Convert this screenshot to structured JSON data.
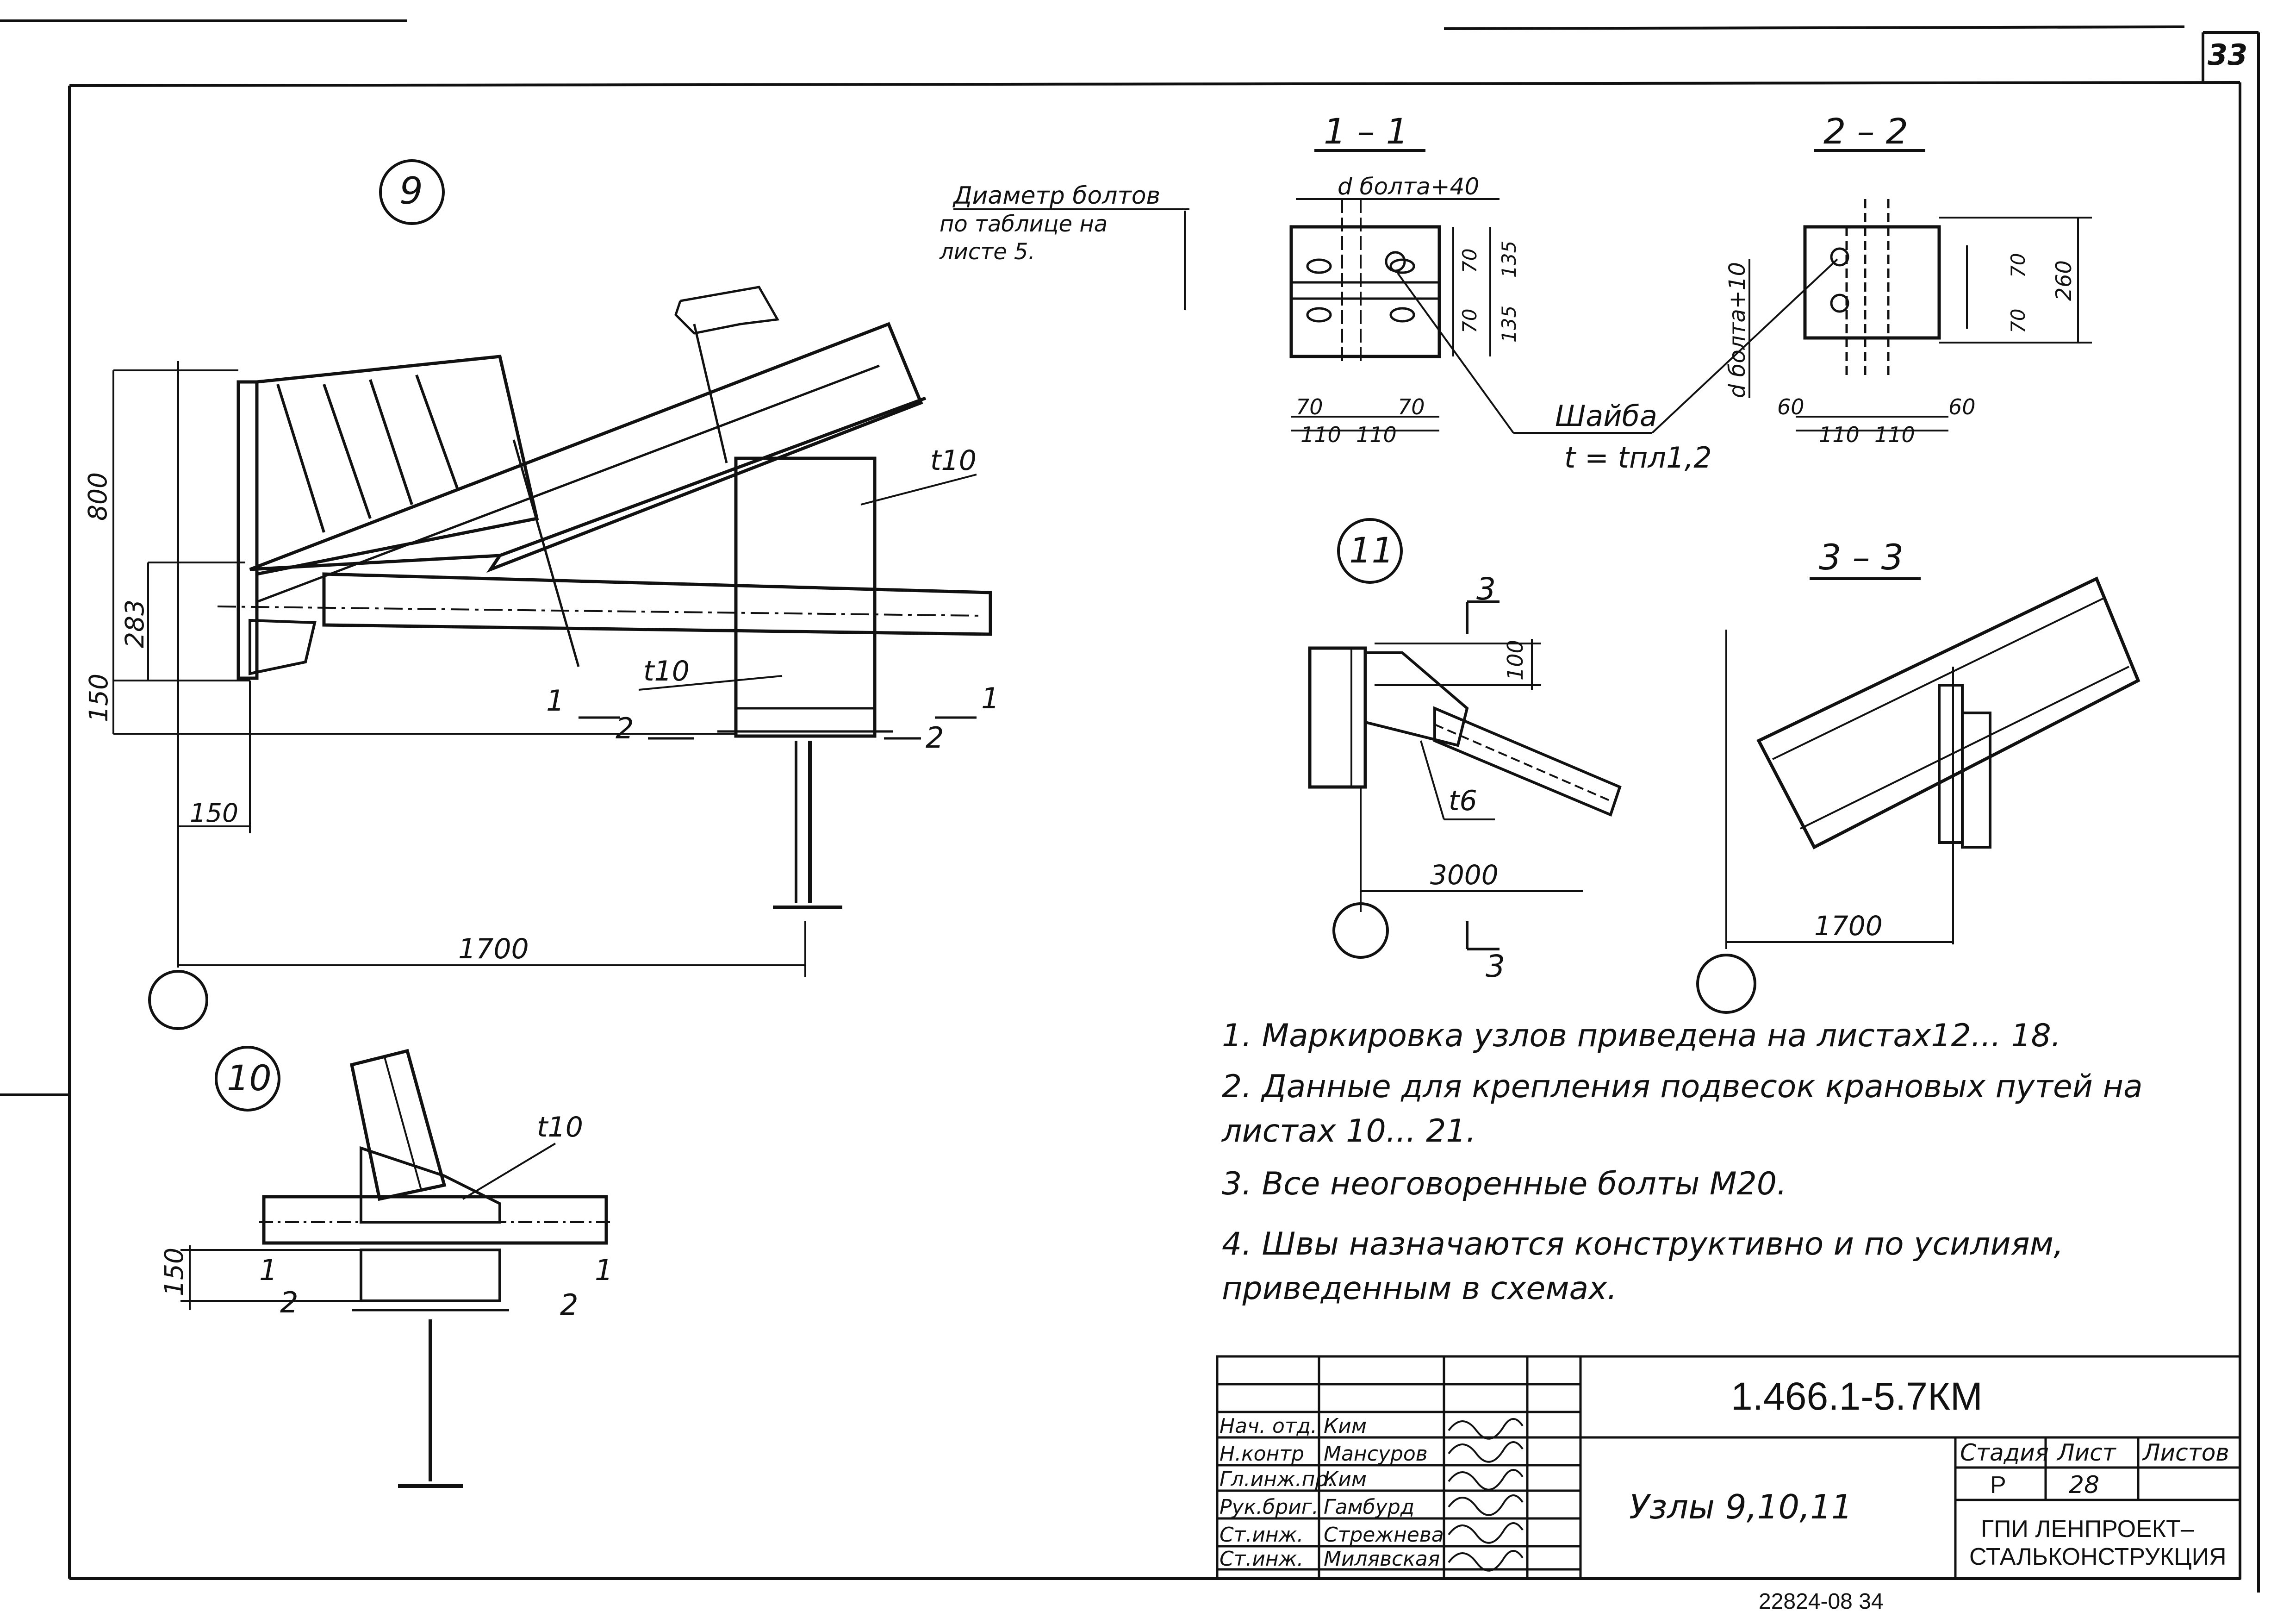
{
  "sheet_number": "33",
  "node_9": {
    "label": "9",
    "dims": {
      "h800": "800",
      "h283": "283",
      "h150": "150",
      "w150": "150",
      "w1700": "1700"
    },
    "plate": "t10",
    "plate_lower": "t10",
    "sections": [
      "1",
      "1",
      "2",
      "2"
    ]
  },
  "node_10": {
    "label": "10",
    "plate": "t10",
    "dim150": "150",
    "sections": [
      "1",
      "1",
      "2",
      "2"
    ]
  },
  "node_11": {
    "label": "11",
    "plate": "t6",
    "dim100": "100",
    "dim3000": "3000",
    "section_marks": [
      "3",
      "3"
    ]
  },
  "section_1_1": {
    "title": "1 – 1",
    "top_dim": "d болта+40",
    "dims_v": [
      "70",
      "70",
      "135",
      "135"
    ],
    "dims_h": [
      "70",
      "70",
      "110",
      "110"
    ]
  },
  "section_2_2": {
    "title": "2 – 2",
    "side_dim": "d болта+10",
    "dims_v": [
      "70",
      "70",
      "260"
    ],
    "dims_h": [
      "60",
      "60",
      "110",
      "110"
    ]
  },
  "section_3_3": {
    "title": "3 – 3",
    "dim1700": "1700"
  },
  "bolt_note": [
    "Диаметр болтов",
    "по таблице на",
    "листе 5."
  ],
  "washer_note": [
    "Шайба",
    "t = tпл1,2"
  ],
  "notes": [
    "1. Маркировка узлов приведена на листах12... 18.",
    "2. Данные для крепления подвесок крановых путей на листах 10... 21.",
    "3. Все неоговоренные болты М20.",
    "4. Швы назначаются конструктивно и по усилиям, приведенным в схемах."
  ],
  "title_block": {
    "doc_code": "1.466.1-5.7КМ",
    "sheet_title": "Узлы 9,10,11",
    "stage_header": "Стадия",
    "sheet_header": "Лист",
    "sheets_header": "Листов",
    "stage": "Р",
    "sheet": "28",
    "org": [
      "ГПИ ЛЕНПРОЕКТ–",
      "СТАЛЬКОНСТРУКЦИЯ"
    ],
    "roles": [
      {
        "role": "Нач. отд.",
        "name": "Ким"
      },
      {
        "role": "Н.контр",
        "name": "Мансуров"
      },
      {
        "role": "Гл.инж.пр.",
        "name": "Ким"
      },
      {
        "role": "Рук.бриг.",
        "name": "Гамбурд"
      },
      {
        "role": "Ст.инж.",
        "name": "Стрежнева"
      },
      {
        "role": "Ст.инж.",
        "name": "Милявская"
      }
    ]
  },
  "archive_number": "22824-08   34"
}
